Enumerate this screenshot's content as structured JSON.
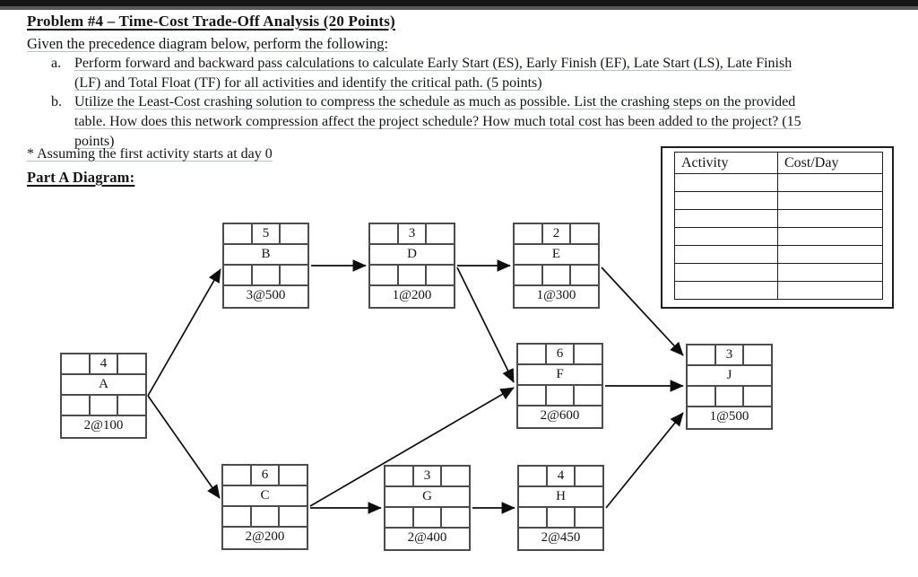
{
  "page": {
    "background": "#ffffff",
    "top_bar_color": "#161616"
  },
  "document": {
    "title": "Problem #4 – Time-Cost Trade-Off Analysis (20 Points)",
    "intro": "Given the precedence diagram below, perform the following:",
    "items": [
      {
        "marker": "a.",
        "lines": [
          "Perform forward and backward pass calculations to calculate Early Start (ES), Early Finish (EF), Late Start (LS), Late Finish",
          "(LF) and Total Float (TF) for all activities and identify the critical path. (5 points)"
        ]
      },
      {
        "marker": "b.",
        "lines": [
          "Utilize the Least-Cost crashing solution to compress the schedule as much as possible. List the crashing steps on the provided",
          "table. How does this network compression affect the project schedule? How much total cost has been added to the project? (15",
          "points)"
        ]
      }
    ],
    "note": "* Assuming the first activity starts at day 0",
    "part_a_heading": "Part A Diagram:"
  },
  "cost_table": {
    "headers": [
      "Activity",
      "Cost/Day"
    ],
    "empty_row_count": 7
  },
  "diagram": {
    "nodes": [
      {
        "name": "A",
        "duration": "4",
        "crash": "2@100"
      },
      {
        "name": "B",
        "duration": "5",
        "crash": "3@500"
      },
      {
        "name": "C",
        "duration": "6",
        "crash": "2@200"
      },
      {
        "name": "D",
        "duration": "3",
        "crash": "1@200"
      },
      {
        "name": "E",
        "duration": "2",
        "crash": "1@300"
      },
      {
        "name": "F",
        "duration": "6",
        "crash": "2@600"
      },
      {
        "name": "G",
        "duration": "3",
        "crash": "2@400"
      },
      {
        "name": "H",
        "duration": "4",
        "crash": "2@450"
      },
      {
        "name": "J",
        "duration": "3",
        "crash": "1@500"
      }
    ],
    "edges": [
      "A→B",
      "A→C",
      "B→D",
      "D→E",
      "D→F",
      "C→F",
      "C→G",
      "G→H",
      "E→J",
      "F→J",
      "H→J"
    ]
  }
}
